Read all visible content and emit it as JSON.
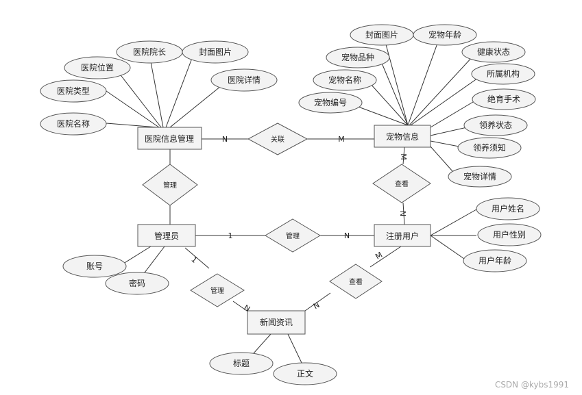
{
  "entities": {
    "hospital": "医院信息管理",
    "pet": "宠物信息",
    "admin": "管理员",
    "user": "注册用户",
    "news": "新闻资讯"
  },
  "relationships": {
    "hospital_pet": "关联",
    "admin_hospital": "管理",
    "user_pet": "查看",
    "admin_user": "管理",
    "admin_news": "管理",
    "user_news": "查看"
  },
  "hospital_attrs": [
    "医院名称",
    "医院类型",
    "医院位置",
    "医院院长",
    "封面图片",
    "医院详情"
  ],
  "pet_attrs": [
    "宠物编号",
    "宠物名称",
    "宠物品种",
    "封面图片",
    "宠物年龄",
    "健康状态",
    "所属机构",
    "绝育手术",
    "领养状态",
    "领养须知",
    "宠物详情"
  ],
  "admin_attrs": [
    "账号",
    "密码"
  ],
  "user_attrs": [
    "用户姓名",
    "用户性别",
    "用户年龄"
  ],
  "news_attrs": [
    "标题",
    "正文"
  ],
  "cardinality": {
    "hospital_pet_left": "N",
    "hospital_pet_right": "M",
    "user_pet_top": "M",
    "user_pet_bottom": "N",
    "admin_user_left": "1",
    "admin_user_right": "N",
    "admin_news_top": "1",
    "admin_news_bottom": "N",
    "user_news_top": "M",
    "user_news_bottom": "N"
  },
  "watermark": "CSDN @kybs1991"
}
